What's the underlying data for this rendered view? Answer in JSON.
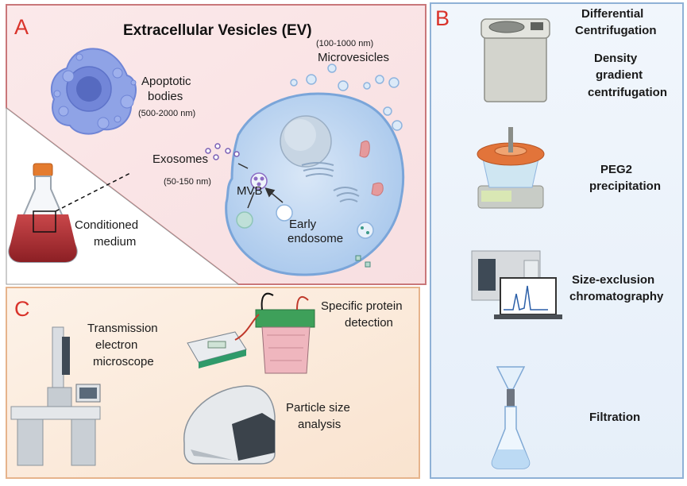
{
  "panel_a": {
    "letter": "A",
    "title": "Extracellular Vesicles (EV)",
    "apoptotic": {
      "line1": "Apoptotic",
      "line2": "bodies",
      "size": "(500-2000 nm)"
    },
    "microvesicles": {
      "size": "(100-1000 nm)",
      "label": "Microvesicles"
    },
    "exosomes": {
      "label": "Exosomes",
      "size": "(50-150 nm)"
    },
    "mvb": "MVB",
    "early_endosome": {
      "line1": "Early",
      "line2": "endosome"
    },
    "conditioned_medium": {
      "line1": "Conditioned",
      "line2": "medium"
    }
  },
  "panel_b": {
    "letter": "B",
    "methods": [
      {
        "lines": [
          "Differential",
          "Centrifugation"
        ]
      },
      {
        "lines": [
          "Density",
          "gradient",
          "centrifugation"
        ]
      },
      {
        "lines": [
          "PEG2",
          "precipitation"
        ]
      },
      {
        "lines": [
          "Size-exclusion",
          "chromatography"
        ]
      },
      {
        "lines": [
          "Filtration"
        ]
      }
    ]
  },
  "panel_c": {
    "letter": "C",
    "tem": {
      "line1": "Transmission",
      "line2": "electron",
      "line3": "microscope"
    },
    "protein": {
      "line1": "Specific protein",
      "line2": "detection"
    },
    "particle": {
      "line1": "Particle size",
      "line2": "analysis"
    }
  },
  "colors": {
    "panel_a_border": "#c9777a",
    "panel_a_fill": "#fbeeee",
    "panel_b_border": "#8fb1d6",
    "panel_b_fill": "#eef4fb",
    "panel_c_border": "#e6b48c",
    "panel_c_fill": "#fcf1e6",
    "letter": "#d9332b",
    "cell": "#a9c8ec",
    "apoptotic": "#7f95e0"
  }
}
